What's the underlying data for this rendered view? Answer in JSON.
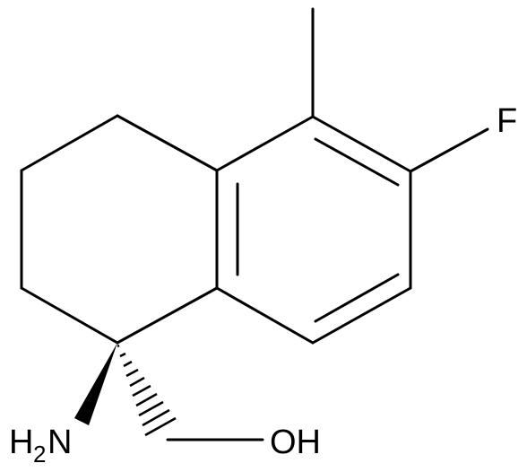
{
  "molecule": {
    "atoms": {
      "fluorine": "F",
      "hydroxyl": "OH",
      "amine_prefix": "H",
      "amine_subscript": "2",
      "amine_element": "N"
    }
  }
}
